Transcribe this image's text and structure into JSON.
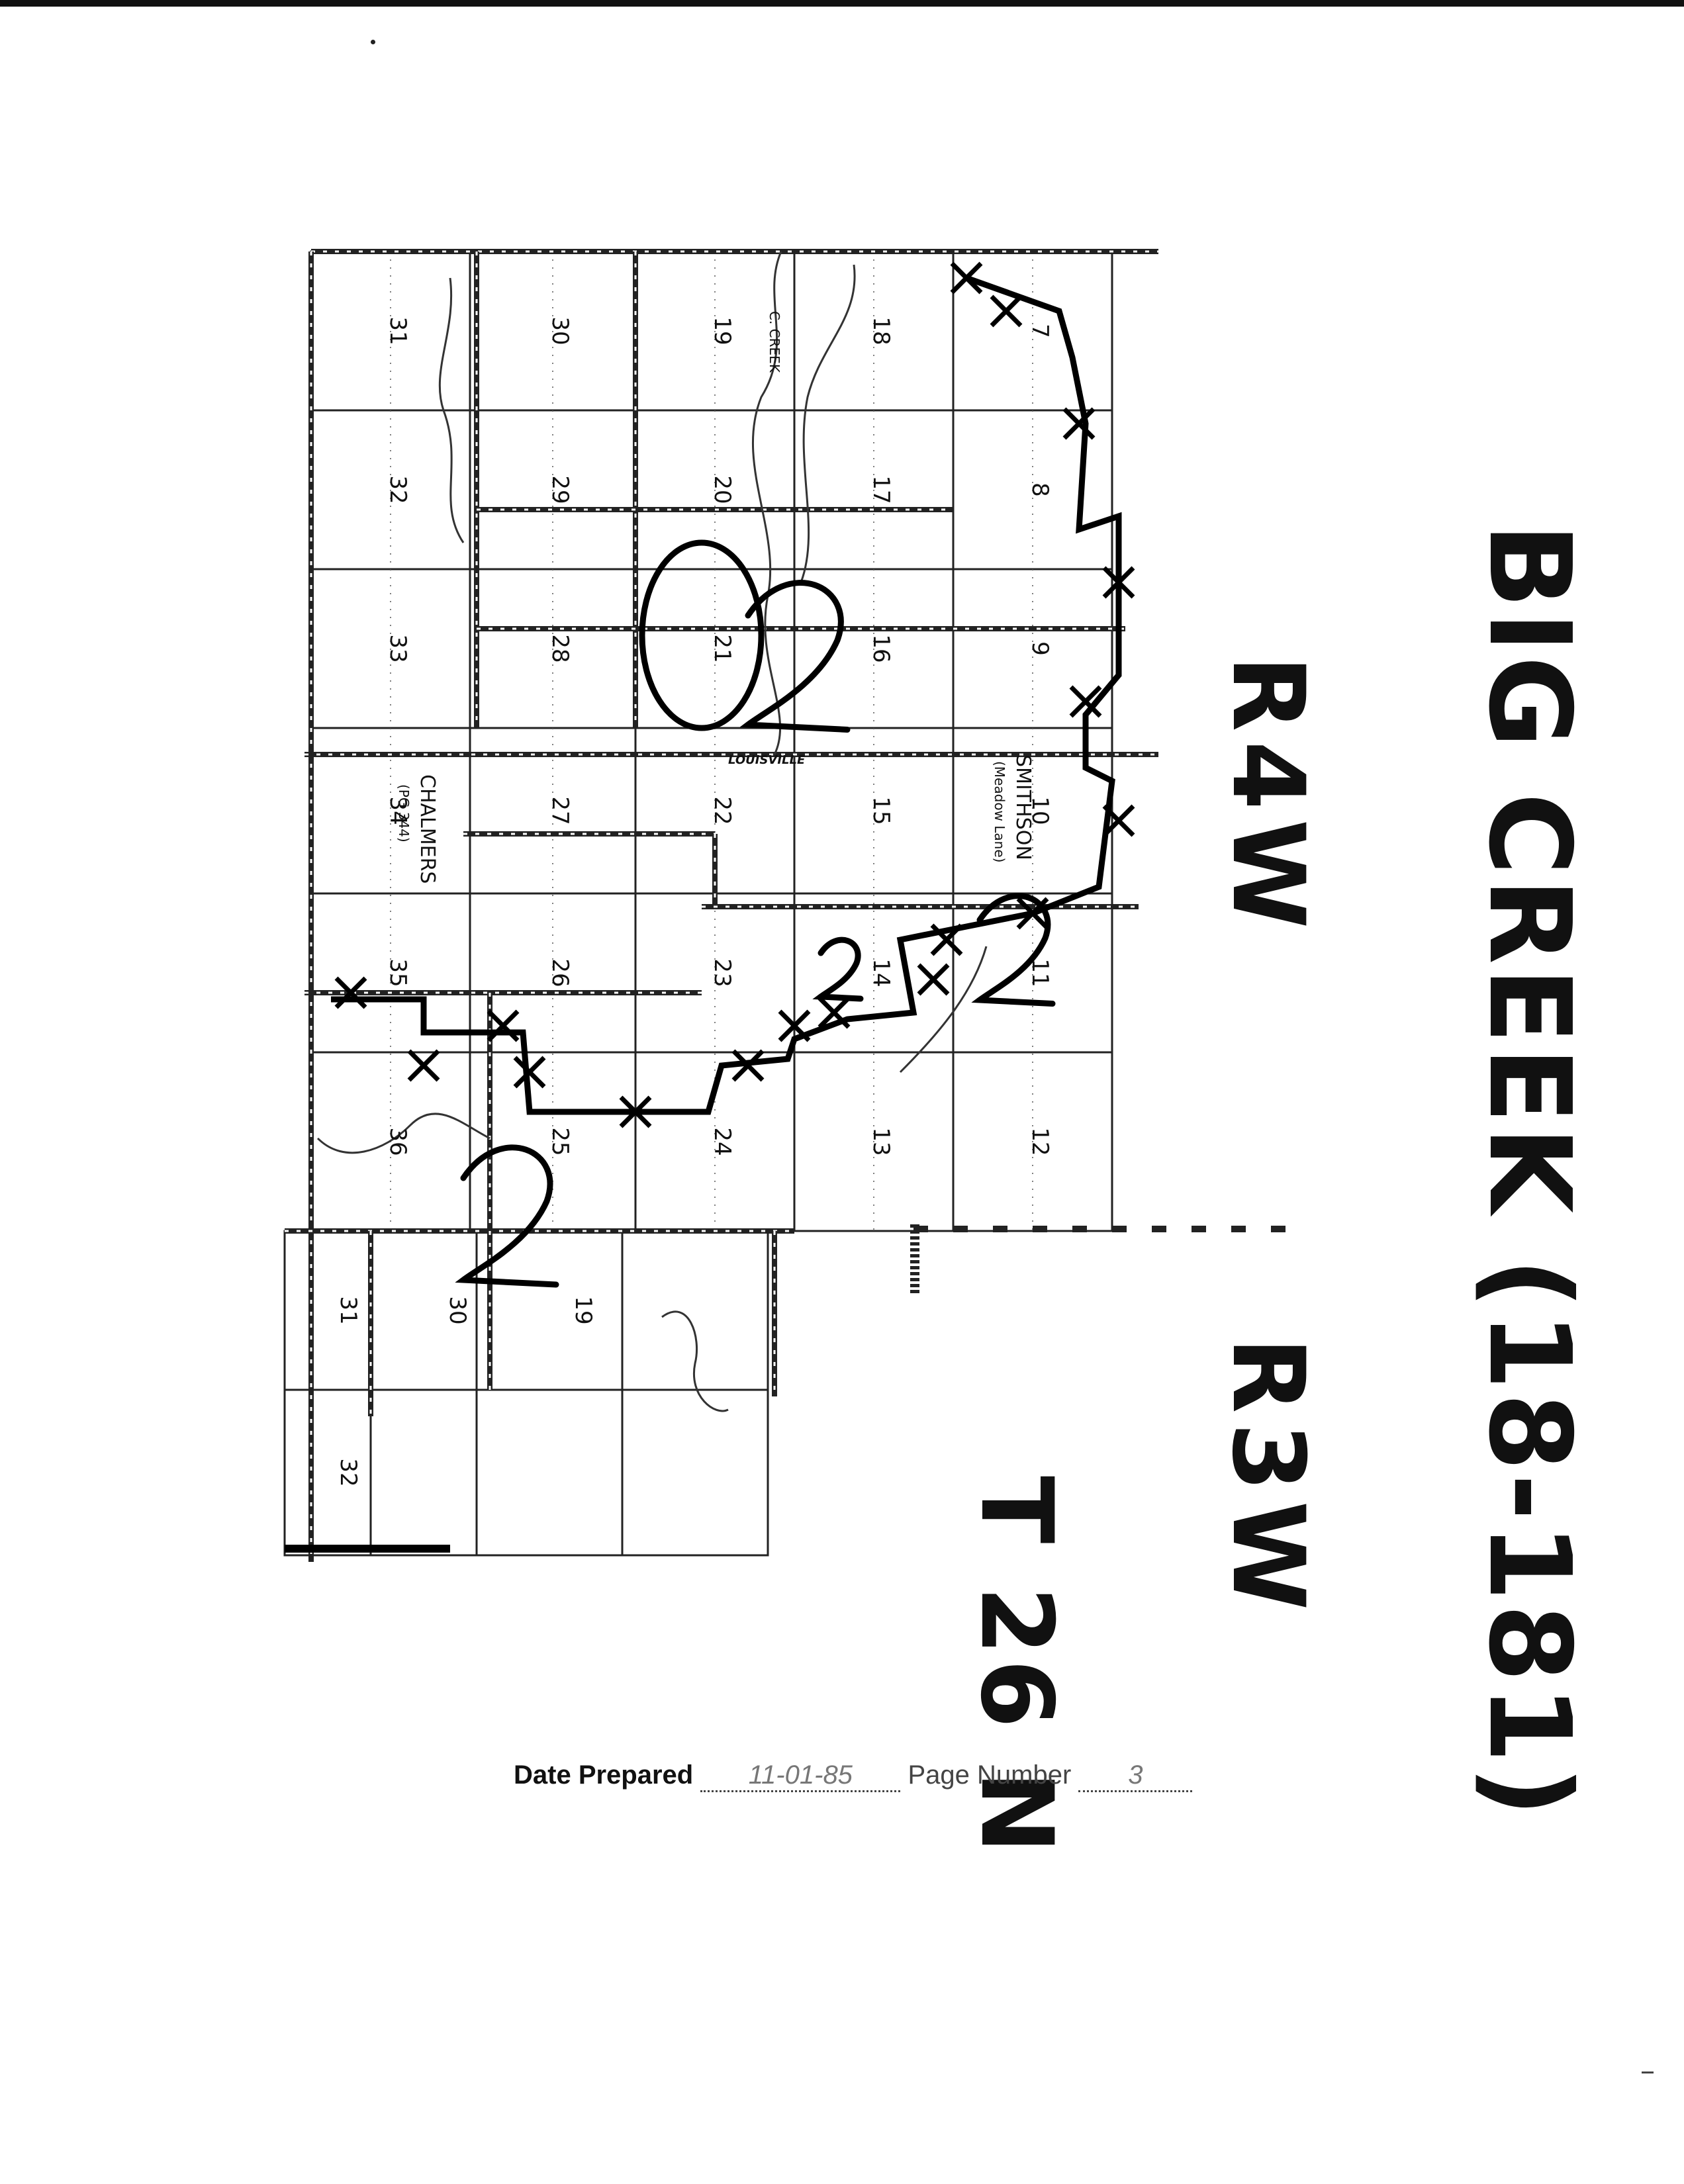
{
  "title": "BIG CREEK (18-181)",
  "range_west": "R4W",
  "range_east": "R3W",
  "township": "T 26 N",
  "place_labels": {
    "louisville": "LOUISVILLE",
    "chalmers": "CHALMERS",
    "chalmers_note": "(PG 344)",
    "smithson": "SMITHSON",
    "smithson_note": "(Meadow Lane)",
    "creek": "C. CREEK"
  },
  "precinct_marks": [
    "2",
    "2",
    "2",
    "2"
  ],
  "sections_r4w": [
    "31",
    "30",
    "19",
    "18",
    "7",
    "32",
    "29",
    "20",
    "17",
    "8",
    "33",
    "28",
    "21",
    "16",
    "9",
    "34",
    "27",
    "22",
    "15",
    "10",
    "35",
    "26",
    "23",
    "14",
    "11",
    "36",
    "25",
    "24",
    "13",
    "12"
  ],
  "sections_r3w": [
    "31",
    "30",
    "19",
    "32"
  ],
  "footer": {
    "date_label": "Date Prepared",
    "date_value": "11-01-85",
    "page_label": "Page Number",
    "page_value": "3"
  }
}
